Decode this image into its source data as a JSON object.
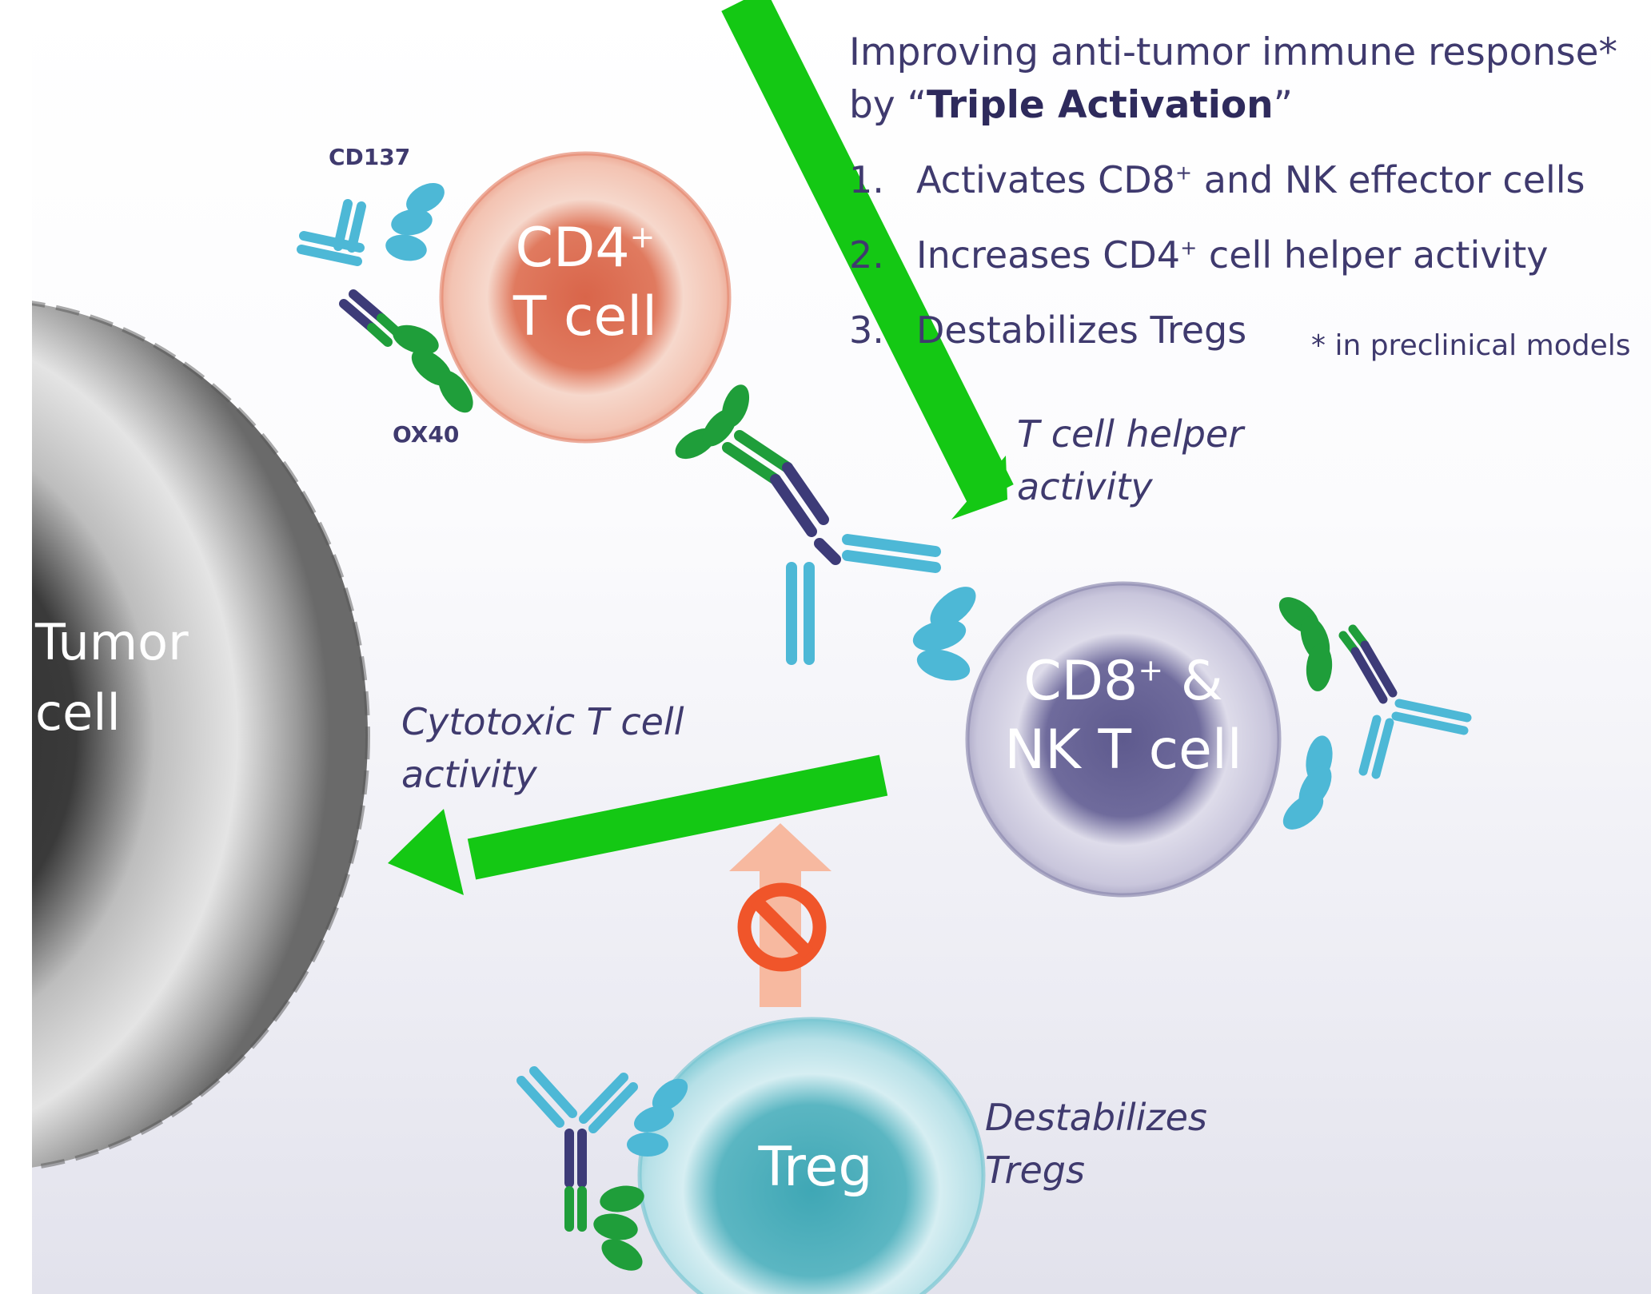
{
  "header": {
    "title_line1": "Improving anti-tumor immune response*",
    "title_line2_prefix": "by “",
    "title_line2_bold": "Triple Activation",
    "title_line2_suffix": "”"
  },
  "steps": [
    {
      "num": "1.",
      "text_a": "Activates CD8",
      "sup": "+",
      "text_b": " and NK effector cells"
    },
    {
      "num": "2.",
      "text_a": "Increases CD4",
      "sup": "+",
      "text_b": " cell helper activity"
    },
    {
      "num": "3.",
      "text_a": "Destabilizes Tregs",
      "sup": "",
      "text_b": ""
    }
  ],
  "footnote": "* in preclinical models",
  "cells": {
    "cd4": {
      "line1": "CD4",
      "sup": "+",
      "line2": "T cell"
    },
    "cd8": {
      "line1a": "CD8",
      "sup": "+",
      "line1b": " &",
      "line2": "NK T cell"
    },
    "treg": {
      "label": "Treg"
    },
    "tumor": {
      "line1": "Tumor",
      "line2": "cell"
    }
  },
  "receptors": {
    "cd137": "CD137",
    "ox40": "OX40"
  },
  "captions": {
    "helper_line1": "T cell helper",
    "helper_line2": "activity",
    "cytotoxic_line1": "Cytotoxic T cell",
    "cytotoxic_line2": "activity",
    "treg_line1": "Destabilizes",
    "treg_line2": "Tregs"
  },
  "colors": {
    "arrow_green": "#14c814",
    "cd4_cell": "#e8826a",
    "cd8_cell": "#8a86ad",
    "treg_cell": "#74c4cf",
    "tumor_cell": "#7a7a7a",
    "antibody_light": "#4db8d6",
    "antibody_dark": "#3d3b78",
    "receptor_green": "#1f9e3a",
    "block_red": "#f0552a",
    "block_arrow": "#f7b9a0"
  }
}
